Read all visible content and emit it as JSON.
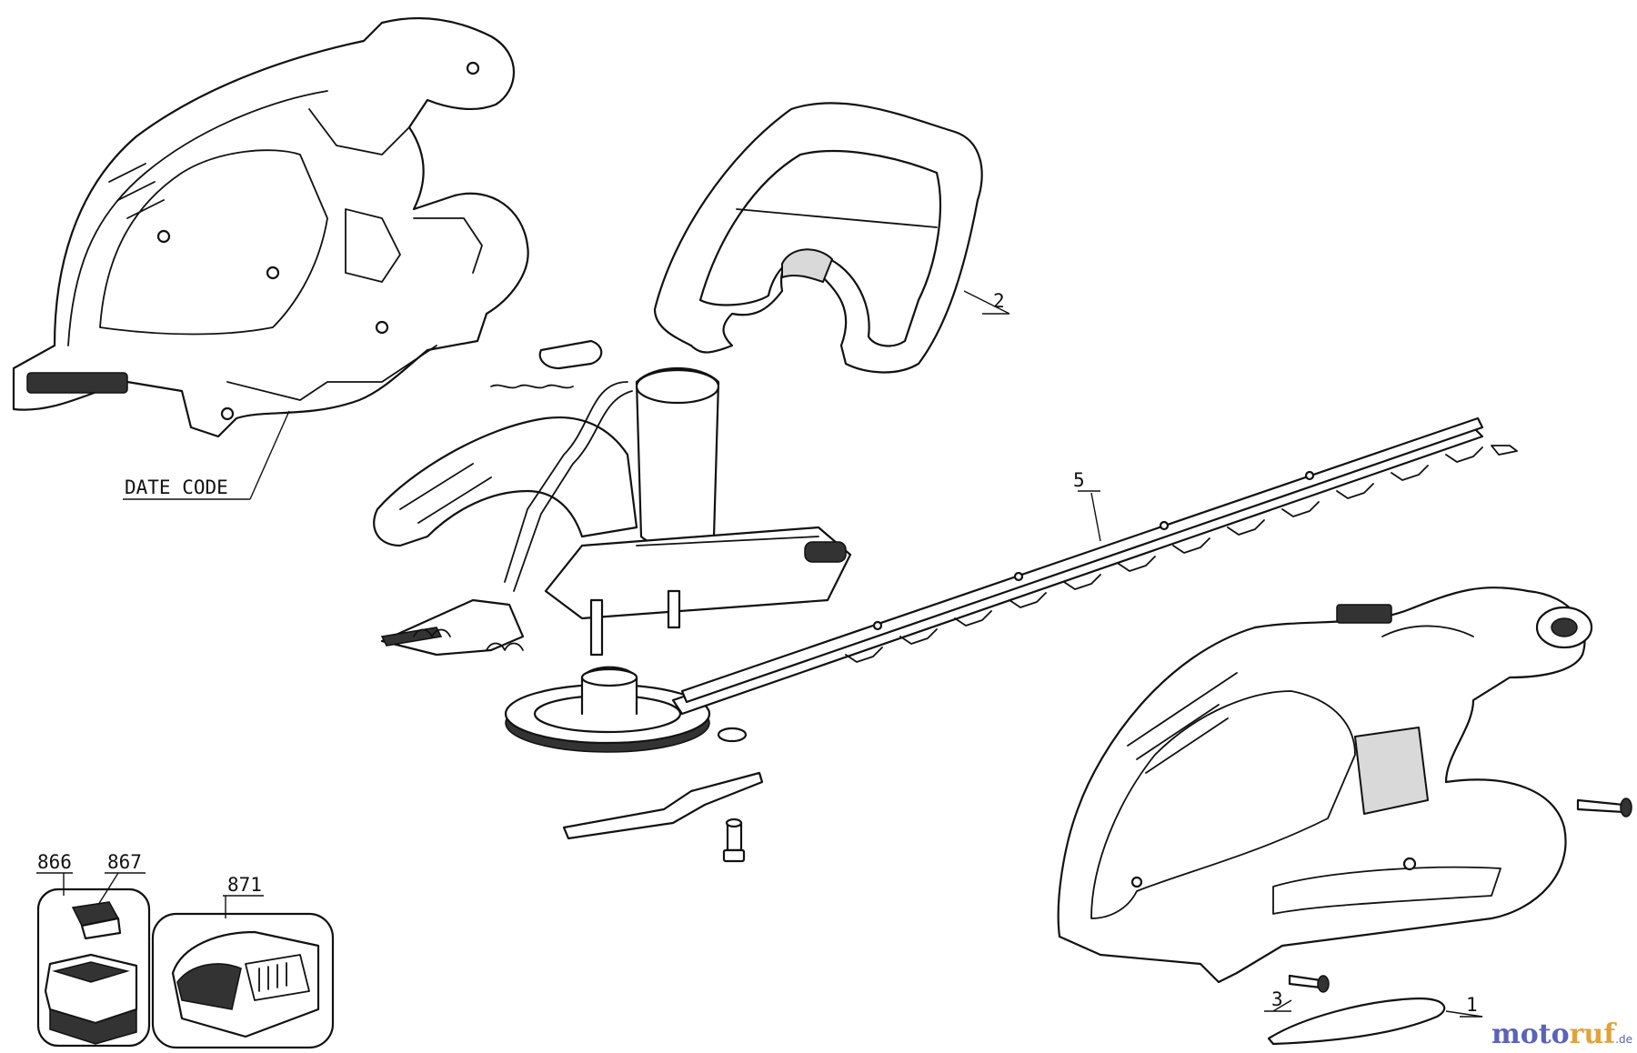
{
  "labels": {
    "housing_left": "DATE CODE",
    "front_handle": "2",
    "blade": "5",
    "screw": "3",
    "nameplate": "1",
    "battery": "866",
    "battery_cap": "867",
    "charger": "871"
  },
  "watermark": {
    "brand_part1": "moto",
    "brand_part2": "ruf",
    "suffix": ".de"
  },
  "colors": {
    "line": "#111111",
    "fill": "#ffffff",
    "watermark_blue": "#5b63b6",
    "watermark_orange": "#e2a23a"
  }
}
